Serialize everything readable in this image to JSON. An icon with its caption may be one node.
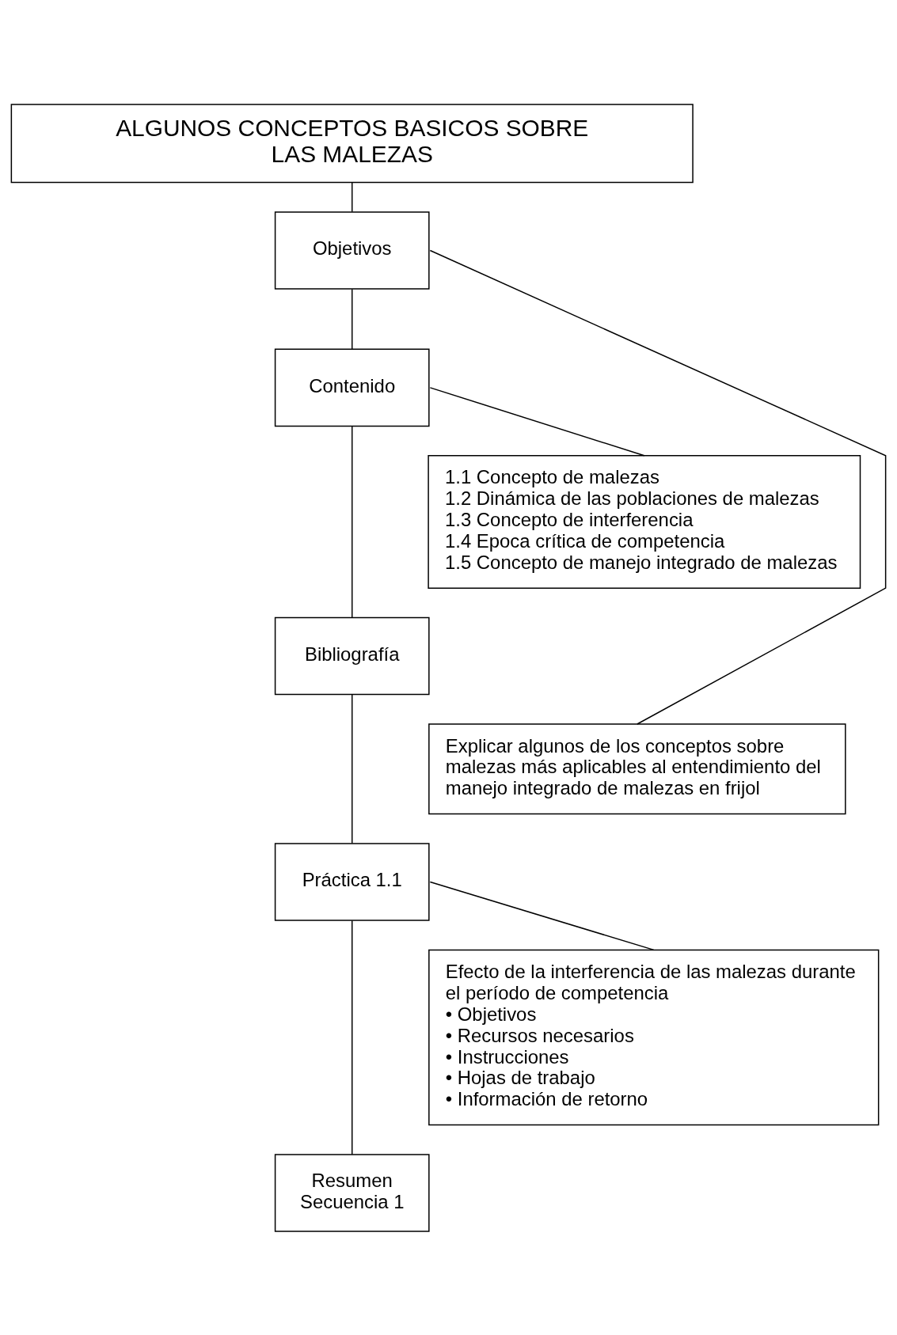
{
  "diagram": {
    "nodes": [
      {
        "text": [
          "ALGUNOS CONCEPTOS BASICOS SOBRE LAS MALEZAS"
        ]
      },
      {
        "text": [
          "Objetivos"
        ]
      },
      {
        "text": [
          "Explicar algunos de los conceptos sobre malezas más aplicables al entendimiento del manejo integrado de malezas en frijol"
        ]
      },
      {
        "text": [
          "Contenido"
        ]
      },
      {
        "text": [
          "1.1 Concepto de malezas",
          "1.2 Dinámica de las poblaciones de malezas",
          "1.3 Concepto de interferencia",
          "1.4 Epoca crítica de competencia",
          "1.5 Concepto de manejo integrado de malezas"
        ]
      },
      {
        "text": [
          "Bibliografía"
        ]
      },
      {
        "text": [
          "Práctica 1.1"
        ]
      },
      {
        "text": [
          "Efecto de la interferencia de las malezas durante el período de competencia",
          "• Objetivos",
          "• Recursos necesarios",
          "• Instrucciones",
          "• Hojas de trabajo",
          "• Información de retorno"
        ]
      },
      {
        "text": [
          "Resumen Secuencia 1"
        ]
      }
    ],
    "edges": [
      {
        "from": 0,
        "to": 1,
        "arrow": "none"
      },
      {
        "from": 1,
        "to": 2,
        "arrow": "none"
      },
      {
        "from": 1,
        "to": 3,
        "arrow": "none"
      },
      {
        "from": 3,
        "to": 4,
        "arrow": "none"
      },
      {
        "from": 3,
        "to": 5,
        "arrow": "none"
      },
      {
        "from": 5,
        "to": 6,
        "arrow": "none"
      },
      {
        "from": 6,
        "to": 7,
        "arrow": "none"
      },
      {
        "from": 6,
        "to": 8,
        "arrow": "none"
      }
    ]
  }
}
